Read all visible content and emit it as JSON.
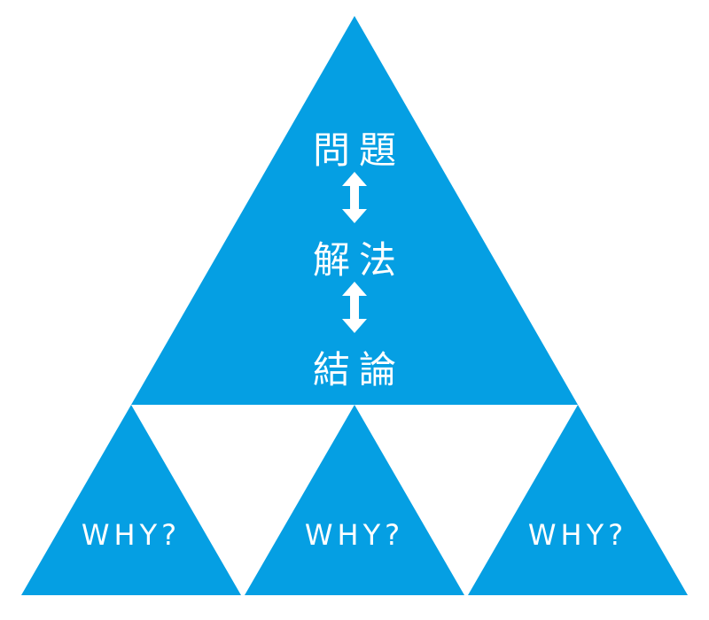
{
  "colors": {
    "triangle_fill": "#059fe3",
    "text": "#ffffff",
    "background": "#ffffff"
  },
  "top_triangle": {
    "problem_label": "問題",
    "method_label": "解法",
    "conclusion_label": "結論",
    "arrow_icon": "double-headed-vertical-arrow"
  },
  "bottom_triangles": [
    {
      "label": "WHY?"
    },
    {
      "label": "WHY?"
    },
    {
      "label": "WHY?"
    }
  ]
}
